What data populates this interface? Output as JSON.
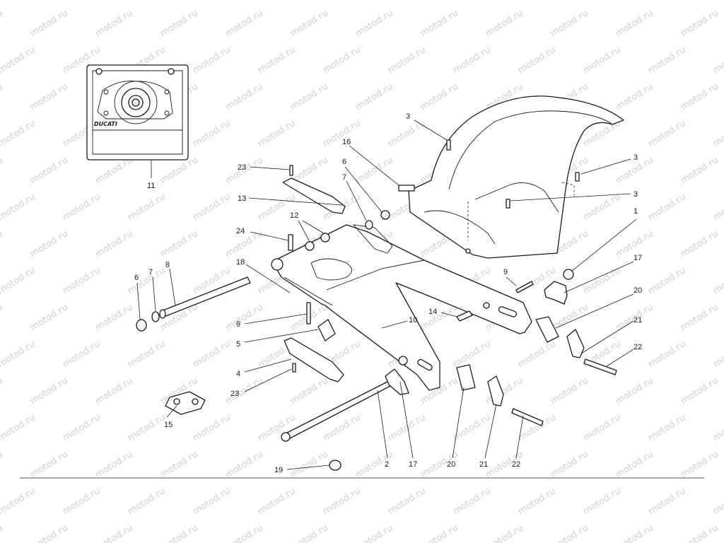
{
  "watermark": {
    "text": "motod.ru"
  },
  "inset": {
    "logo_text": "DUCATI",
    "part_number": "11"
  },
  "callouts": [
    {
      "id": "c1",
      "label": "1"
    },
    {
      "id": "c2",
      "label": "2"
    },
    {
      "id": "c3a",
      "label": "3"
    },
    {
      "id": "c3b",
      "label": "3"
    },
    {
      "id": "c3c",
      "label": "3"
    },
    {
      "id": "c4",
      "label": "4"
    },
    {
      "id": "c5",
      "label": "5"
    },
    {
      "id": "c6a",
      "label": "6"
    },
    {
      "id": "c6b",
      "label": "6"
    },
    {
      "id": "c7a",
      "label": "7"
    },
    {
      "id": "c7b",
      "label": "7"
    },
    {
      "id": "c8",
      "label": "8"
    },
    {
      "id": "c9a",
      "label": "9"
    },
    {
      "id": "c9b",
      "label": "9"
    },
    {
      "id": "c10",
      "label": "10"
    },
    {
      "id": "c12",
      "label": "12"
    },
    {
      "id": "c13",
      "label": "13"
    },
    {
      "id": "c14",
      "label": "14"
    },
    {
      "id": "c15",
      "label": "15"
    },
    {
      "id": "c16",
      "label": "16"
    },
    {
      "id": "c17a",
      "label": "17"
    },
    {
      "id": "c17b",
      "label": "17"
    },
    {
      "id": "c18",
      "label": "18"
    },
    {
      "id": "c19",
      "label": "19"
    },
    {
      "id": "c20a",
      "label": "20"
    },
    {
      "id": "c20b",
      "label": "20"
    },
    {
      "id": "c21a",
      "label": "21"
    },
    {
      "id": "c21b",
      "label": "21"
    },
    {
      "id": "c22a",
      "label": "22"
    },
    {
      "id": "c22b",
      "label": "22"
    },
    {
      "id": "c23a",
      "label": "23"
    },
    {
      "id": "c23b",
      "label": "23"
    },
    {
      "id": "c24",
      "label": "24"
    }
  ]
}
